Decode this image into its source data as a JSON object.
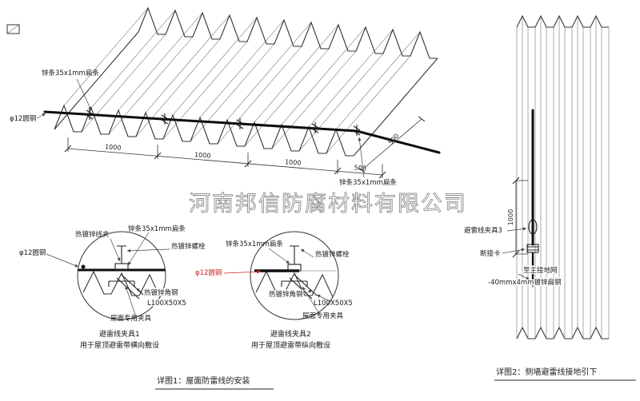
{
  "watermark": "河南邦信防腐材料有限公司",
  "roof": {
    "strip_label_top": "锌条35x1mm扁条",
    "strip_label_right": "锌条35x1mm扁条",
    "round_steel_label": "φ12圆钢",
    "dim_1000_a": "1000",
    "dim_1000_b": "1000",
    "dim_1000_c": "1000",
    "dim_500_a": "500",
    "dim_500_b": "500"
  },
  "detail1": {
    "title": "避雷线夹具1",
    "subtitle": "用于屋顶避雷带横向敷设",
    "label_wire_clip": "热镀锌线夹",
    "label_strip": "锌条35x1mm扁条",
    "label_bolt": "热镀锌螺栓",
    "label_round_steel": "φ12圆钢",
    "label_angle_steel": "热镀锌角钢",
    "label_angle_size": "L100X50X5",
    "label_roof_clamp": "屋面专用夹具"
  },
  "detail2": {
    "title": "避雷线夹具2",
    "subtitle": "用于屋顶避雷带纵向敷设",
    "label_strip": "锌条35x1mm扁条",
    "label_bolt": "热镀锌螺栓",
    "label_round_steel": "φ12圆钢",
    "label_angle_steel": "热镀锌角钢",
    "label_angle_size": "L100X50X5",
    "label_roof_clamp": "屋面专用夹具"
  },
  "wall": {
    "label_clamp3": "避雷线夹具3",
    "label_disconnect": "断接卡",
    "label_to_ground": "至主接地网",
    "label_flat_steel": "-40mmx4mm镀锌扁钢",
    "dim_1000": "1000"
  },
  "captions": {
    "detail1": "详图1：屋面防雷线的安装",
    "detail2": "详图2：侧墙避雷线接地引下"
  },
  "colors": {
    "line": "#444444",
    "wire": "#111111",
    "red": "#cc2222",
    "watermark": "#8f8f8f"
  }
}
